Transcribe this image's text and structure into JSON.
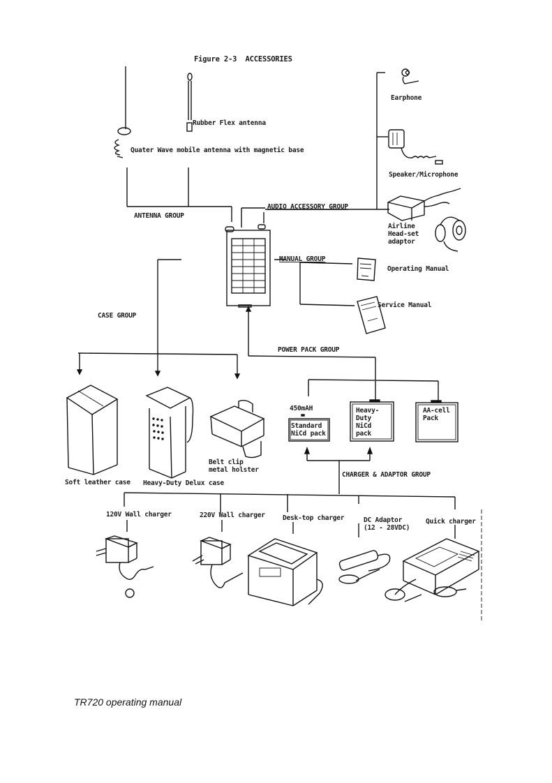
{
  "figure": {
    "title": "Figure 2-3  ACCESSORIES",
    "groups": {
      "antenna": "ANTENNA GROUP",
      "audio": "AUDIO ACCESSORY GROUP",
      "manual": "MANUAL GROUP",
      "case": "CASE GROUP",
      "power": "POWER PACK GROUP",
      "charger": "CHARGER & ADAPTOR GROUP"
    },
    "antenna_items": [
      "Rubber Flex antenna",
      "Quater Wave mobile antenna with magnetic base"
    ],
    "audio_items": [
      "Earphone",
      "Speaker/Microphone",
      "Airline\nHead-set\nadaptor"
    ],
    "manual_items": [
      "Operating Manual",
      "Service Manual"
    ],
    "case_items": [
      "Soft leather case",
      "Heavy-Duty Delux case",
      "Belt clip\nmetal holster"
    ],
    "power_items": [
      {
        "caption": "450mAH",
        "box": "Standard\nNiCd pack"
      },
      {
        "caption": "",
        "box": "Heavy-\nDuty\nNiCd\npack"
      },
      {
        "caption": "",
        "box": "AA-cell\nPack"
      }
    ],
    "charger_items": [
      "120V Wall charger",
      "220V Wall charger",
      "Desk-top charger",
      "DC Adaptor\n(12 - 28VDC)",
      "Quick charger"
    ]
  },
  "footer": "TR720 operating manual"
}
